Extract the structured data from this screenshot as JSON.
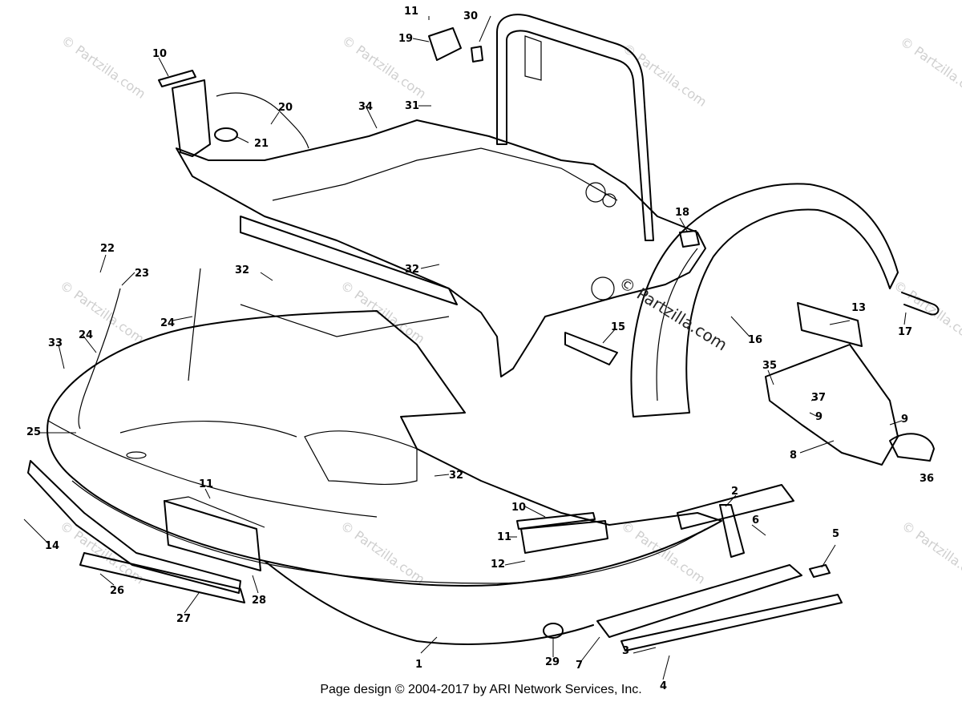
{
  "watermarks": [
    "© Partzilla.com",
    "© Partzilla.com"
  ],
  "callouts": [
    {
      "id": "c-1",
      "label": "1"
    },
    {
      "id": "c-2",
      "label": "2"
    },
    {
      "id": "c-3",
      "label": "3"
    },
    {
      "id": "c-4",
      "label": "4"
    },
    {
      "id": "c-5",
      "label": "5"
    },
    {
      "id": "c-6",
      "label": "6"
    },
    {
      "id": "c-7",
      "label": "7"
    },
    {
      "id": "c-8",
      "label": "8"
    },
    {
      "id": "c-9a",
      "label": "9"
    },
    {
      "id": "c-9b",
      "label": "9"
    },
    {
      "id": "c-10a",
      "label": "10"
    },
    {
      "id": "c-10b",
      "label": "10"
    },
    {
      "id": "c-11a",
      "label": "11"
    },
    {
      "id": "c-11b",
      "label": "11"
    },
    {
      "id": "c-11c",
      "label": "11"
    },
    {
      "id": "c-12",
      "label": "12"
    },
    {
      "id": "c-13",
      "label": "13"
    },
    {
      "id": "c-14",
      "label": "14"
    },
    {
      "id": "c-15",
      "label": "15"
    },
    {
      "id": "c-16",
      "label": "16"
    },
    {
      "id": "c-17",
      "label": "17"
    },
    {
      "id": "c-18",
      "label": "18"
    },
    {
      "id": "c-19",
      "label": "19"
    },
    {
      "id": "c-20",
      "label": "20"
    },
    {
      "id": "c-21",
      "label": "21"
    },
    {
      "id": "c-22",
      "label": "22"
    },
    {
      "id": "c-23",
      "label": "23"
    },
    {
      "id": "c-24a",
      "label": "24"
    },
    {
      "id": "c-24b",
      "label": "24"
    },
    {
      "id": "c-25",
      "label": "25"
    },
    {
      "id": "c-26",
      "label": "26"
    },
    {
      "id": "c-27",
      "label": "27"
    },
    {
      "id": "c-28",
      "label": "28"
    },
    {
      "id": "c-29",
      "label": "29"
    },
    {
      "id": "c-30",
      "label": "30"
    },
    {
      "id": "c-31",
      "label": "31"
    },
    {
      "id": "c-32a",
      "label": "32"
    },
    {
      "id": "c-32b",
      "label": "32"
    },
    {
      "id": "c-32c",
      "label": "32"
    },
    {
      "id": "c-33",
      "label": "33"
    },
    {
      "id": "c-34",
      "label": "34"
    },
    {
      "id": "c-35",
      "label": "35"
    },
    {
      "id": "c-36",
      "label": "36"
    },
    {
      "id": "c-37",
      "label": "37"
    }
  ],
  "footer": "Page design © 2004-2017 by ARI Network Services, Inc."
}
